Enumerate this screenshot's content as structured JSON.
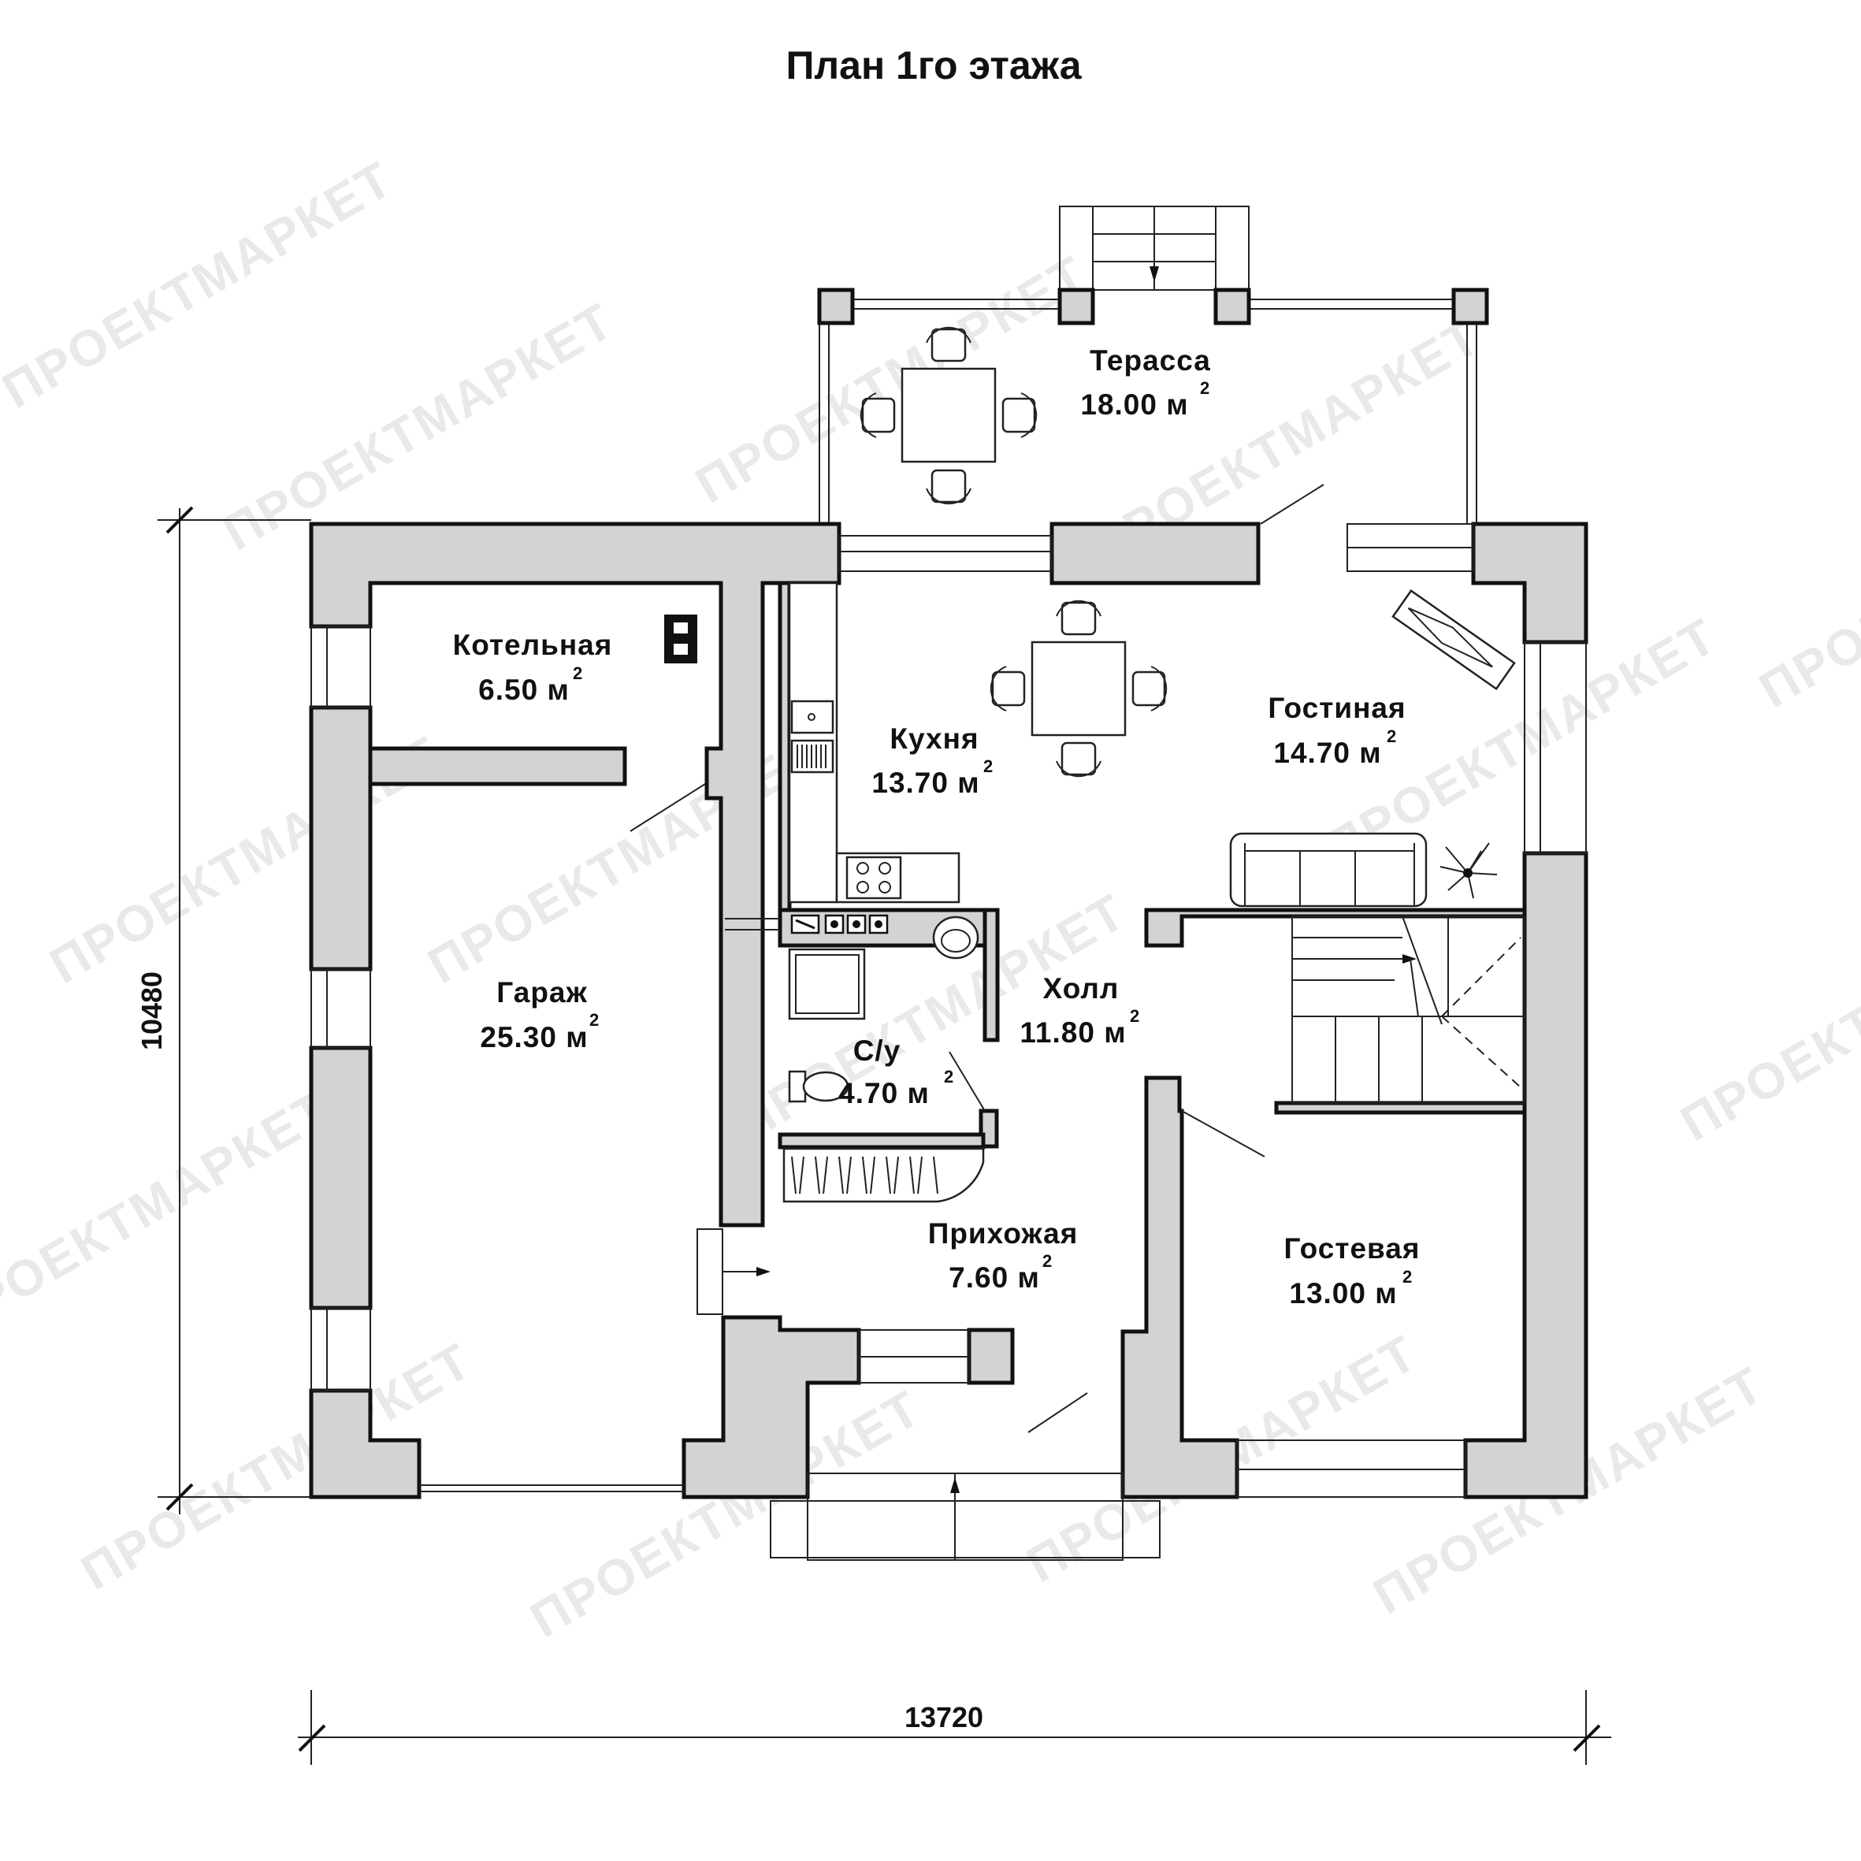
{
  "title": "План 1го этажа",
  "watermark": "ПРОЕКТМАРКЕТ",
  "area_unit": "м",
  "area_unit_superscript": "2",
  "rooms": [
    {
      "name": "Терасса",
      "area": "18.00"
    },
    {
      "name": "Котельная",
      "area": "6.50"
    },
    {
      "name": "Кухня",
      "area": "13.70"
    },
    {
      "name": "Гостиная",
      "area": "14.70"
    },
    {
      "name": "Гараж",
      "area": "25.30"
    },
    {
      "name": "Холл",
      "area": "11.80"
    },
    {
      "name": "С/у",
      "area": "4.70"
    },
    {
      "name": "Прихожая",
      "area": "7.60"
    },
    {
      "name": "Гостевая",
      "area": "13.00"
    }
  ],
  "dimensions": {
    "height": "10480",
    "width": "13720"
  },
  "colors": {
    "wall_fill": "#d3d3d3",
    "line": "#111111",
    "background": "#ffffff",
    "watermark": "#e9e9e9"
  }
}
